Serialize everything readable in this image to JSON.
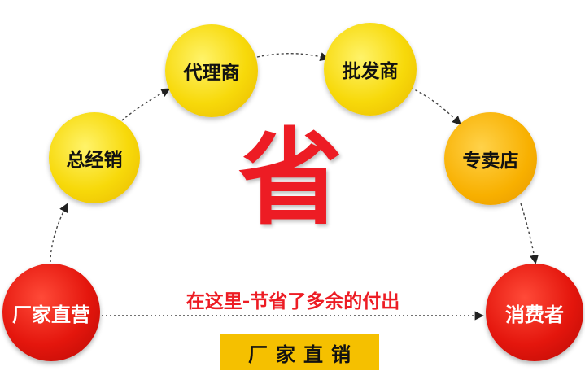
{
  "nodes": {
    "factory": "厂家直营",
    "general_distributor": "总经销",
    "agent": "代理商",
    "wholesaler": "批发商",
    "store": "专卖店",
    "consumer": "消费者"
  },
  "center_char": "省",
  "slogan": "在这里-节省了多余的付出",
  "banner": "厂家直销",
  "colors": {
    "yellow": "#f7d90a",
    "orange": "#f8b000",
    "red": "#e4160d",
    "accent_text": "#ed1c24"
  }
}
